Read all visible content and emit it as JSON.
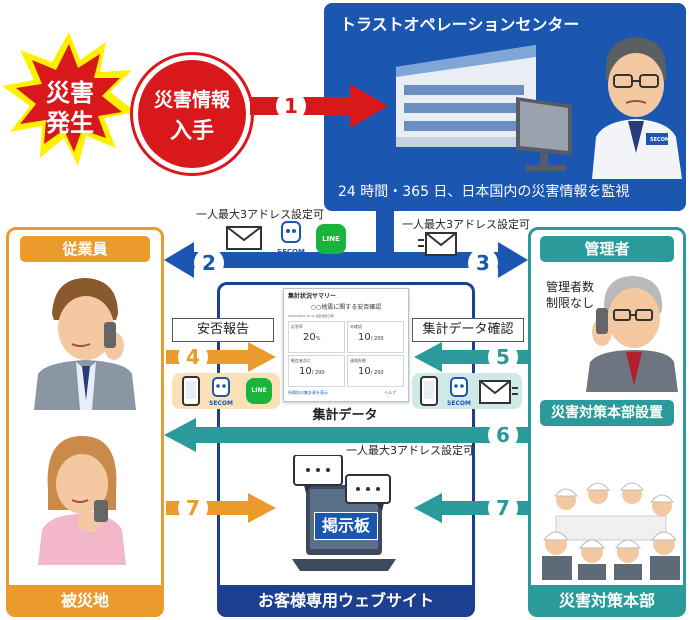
{
  "disaster": {
    "burst_text_1": "災害",
    "burst_text_2": "発生",
    "info_text_1": "災害情報",
    "info_text_2": "入手"
  },
  "center": {
    "title": "トラストオペレーションセンター",
    "caption": "24 時間・365 日、日本国内の災害情報を監視",
    "badge": "SECOM"
  },
  "steps": [
    "1",
    "2",
    "3",
    "4",
    "5",
    "6",
    "7",
    "7"
  ],
  "notes": {
    "note2": "一人最大3アドレス設定可",
    "note3": "一人最大3アドレス設定可",
    "note6": "一人最大3アドレス設定可"
  },
  "left": {
    "head": "従業員",
    "foot": "被災地",
    "report_label": "安否報告"
  },
  "middle": {
    "foot": "お客様専用ウェブサイト",
    "data_caption": "集計データ",
    "board_label": "掲示板"
  },
  "right": {
    "head": "管理者",
    "admin_note_1": "管理者数",
    "admin_note_2": "制限なし",
    "confirm_label": "集計データ確認",
    "hq_setup": "災害対策本部設置",
    "foot": "災害対策本部"
  },
  "icons": {
    "secom": "SECOM",
    "line": "LINE"
  },
  "summary": {
    "title": "集計状況サマリー",
    "subtitle": "○○地震に関する安否確認",
    "date": "2020/09/02 10:12 最新更新日時",
    "cells": [
      {
        "label": "応答率",
        "value": "20",
        "unit": "%"
      },
      {
        "label": "未確認",
        "value": "10",
        "unit": "/ 200"
      },
      {
        "label": "軽症者含む",
        "value": "10",
        "unit": "/ 200"
      },
      {
        "label": "連絡失敗",
        "value": "10",
        "unit": "/ 200"
      }
    ],
    "footer": "所属別の集計表を表示",
    "help": "ヘルプ"
  },
  "colors": {
    "orange": "#eb9a2c",
    "navy": "#1d3f8f",
    "teal": "#2a9b9a",
    "blue": "#1565c0",
    "red": "#d9181c"
  }
}
